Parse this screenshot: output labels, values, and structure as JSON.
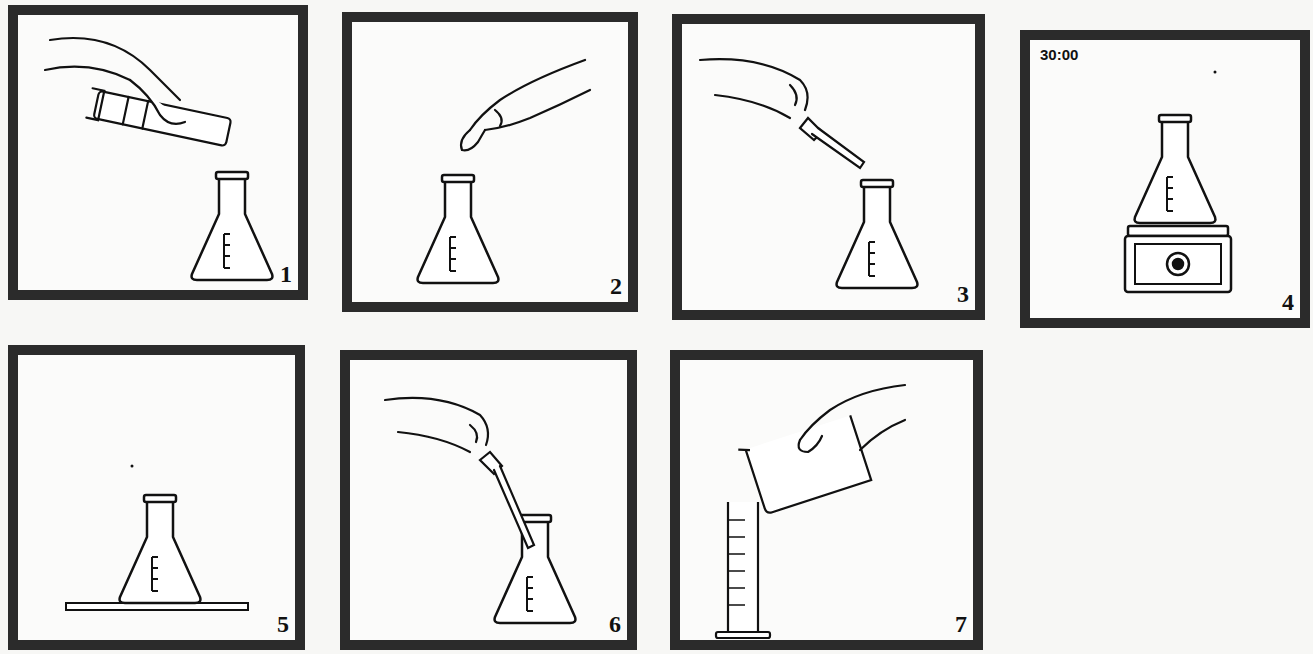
{
  "diagram": {
    "nodes": [
      {
        "text": [
          "1"
        ]
      },
      {
        "text": [
          "2"
        ]
      },
      {
        "text": [
          "3"
        ]
      },
      {
        "text": [
          "30:00",
          "4"
        ]
      },
      {
        "text": [
          "5"
        ]
      },
      {
        "text": [
          "6"
        ]
      },
      {
        "text": [
          "7"
        ]
      }
    ]
  }
}
